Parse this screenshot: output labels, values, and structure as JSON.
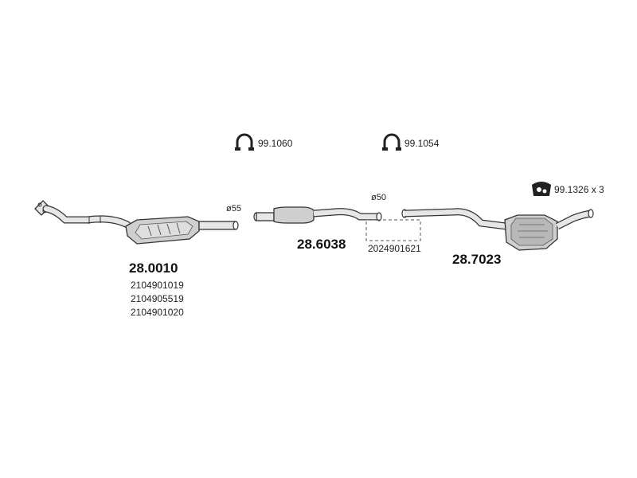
{
  "accessories": [
    {
      "code": "99.1060",
      "icon": "clamp-icon"
    },
    {
      "code": "99.1054",
      "icon": "clamp-icon"
    },
    {
      "code": "99.1326 x 3",
      "icon": "rubber-hanger-icon"
    }
  ],
  "parts": [
    {
      "number": "28.0010",
      "diameter": "ø55",
      "references": [
        "2104901019",
        "2104905519",
        "2104901020"
      ]
    },
    {
      "number": "28.6038",
      "diameter": "ø50",
      "references": [
        "2024901621"
      ]
    },
    {
      "number": "28.7023",
      "references": []
    }
  ],
  "colors": {
    "pipe_fill": "#e6e6e6",
    "pipe_stroke": "#333333",
    "muffler_fill": "#cfcfcf"
  }
}
